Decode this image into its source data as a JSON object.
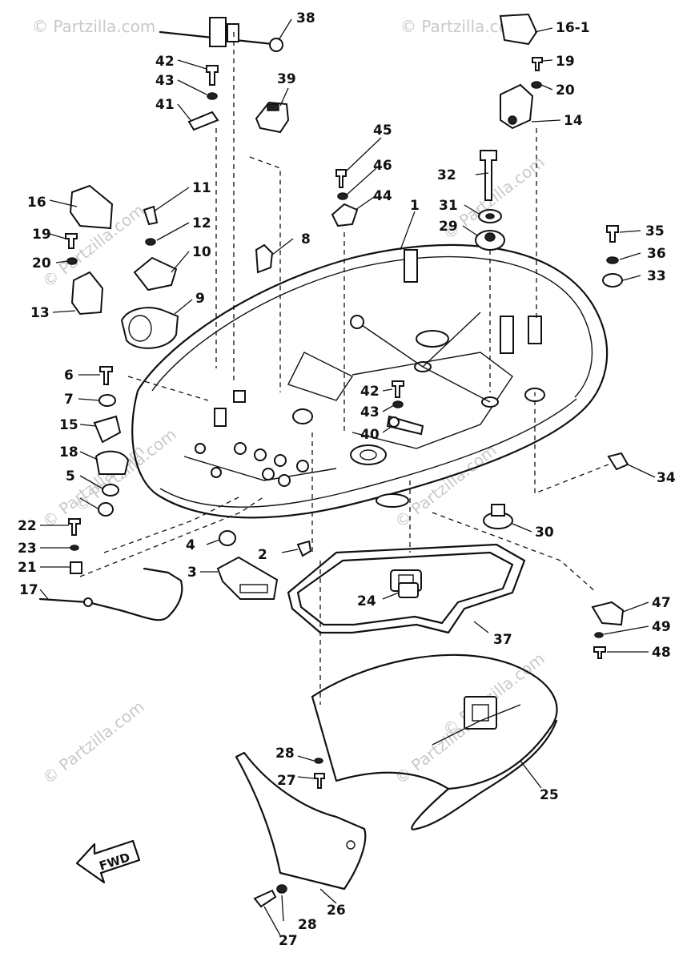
{
  "watermark": "© Partzilla.com",
  "fwd_label": "FWD",
  "callouts": [
    "1",
    "2",
    "3",
    "4",
    "5",
    "6",
    "7",
    "8",
    "9",
    "10",
    "11",
    "12",
    "13",
    "14",
    "15",
    "16",
    "16-1",
    "17",
    "18",
    "19",
    "20",
    "21",
    "22",
    "23",
    "24",
    "25",
    "26",
    "27",
    "28",
    "29",
    "30",
    "31",
    "32",
    "33",
    "34",
    "35",
    "36",
    "37",
    "38",
    "39",
    "40",
    "41",
    "42",
    "43",
    "44",
    "45",
    "46",
    "47",
    "48",
    "49"
  ]
}
